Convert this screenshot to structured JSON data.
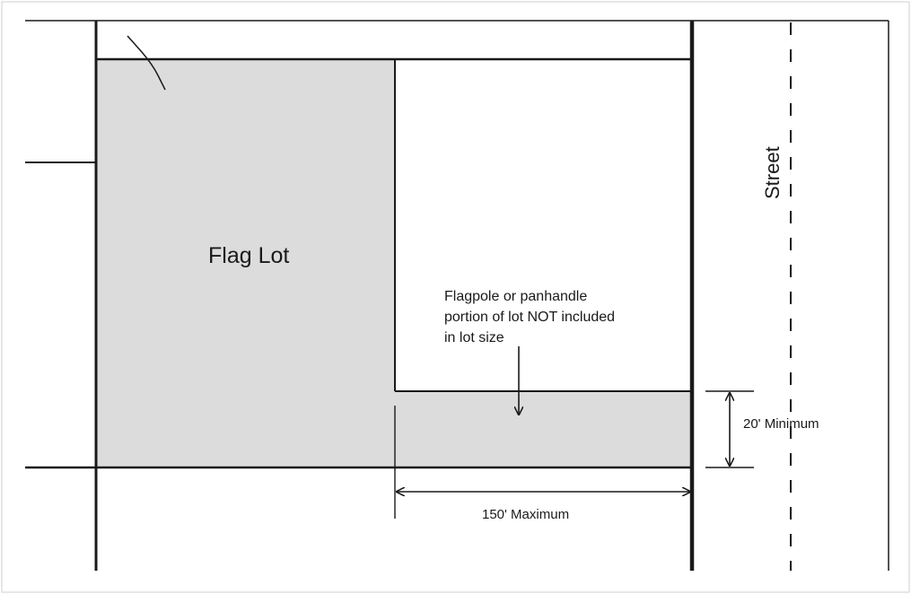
{
  "diagram": {
    "flag_lot_label": "Flag Lot",
    "note_lines": [
      "Flagpole or panhandle",
      "portion of lot NOT included",
      "in lot size"
    ],
    "width_dimension_label": "150' Maximum",
    "height_dimension_label": "20' Minimum",
    "street_label": "Street",
    "colors": {
      "lot_fill": "#dcdcdc",
      "line": "#1a1a1a",
      "background": "#ffffff"
    }
  }
}
